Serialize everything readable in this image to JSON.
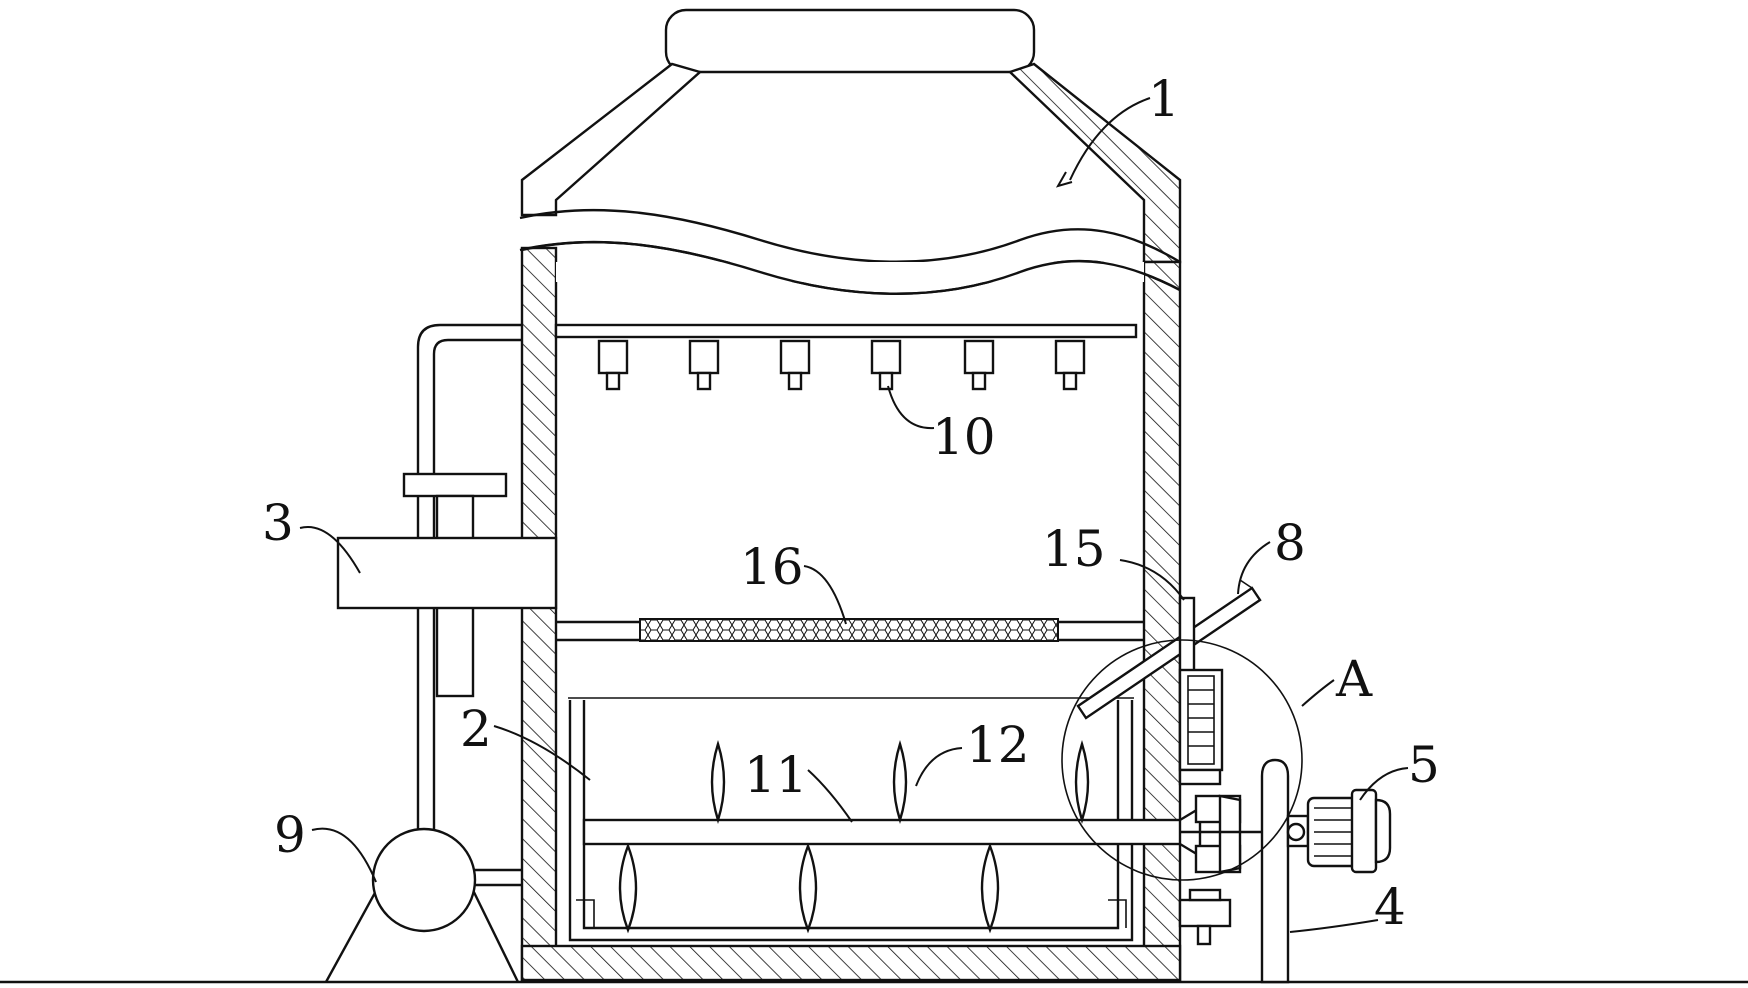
{
  "labels": {
    "l1": "1",
    "l2": "2",
    "l3": "3",
    "l4": "4",
    "l5": "5",
    "l8": "8",
    "l9": "9",
    "l10": "10",
    "l11": "11",
    "l12": "12",
    "l15": "15",
    "l16": "16",
    "lA": "A"
  }
}
